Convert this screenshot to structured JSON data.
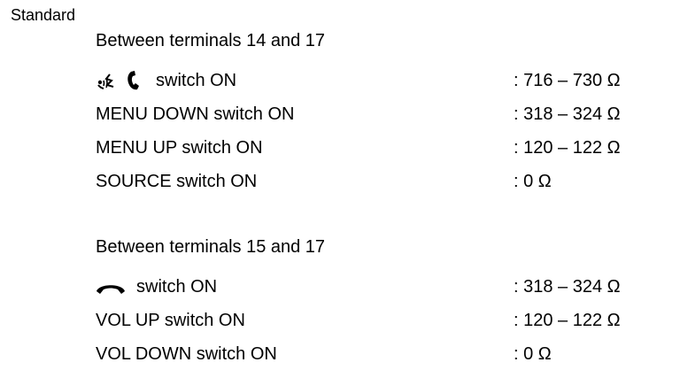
{
  "heading": "Standard",
  "section1": {
    "title": "Between terminals 14 and 17",
    "rows": [
      {
        "icons": [
          "voice-command-icon",
          "phone-pickup-icon"
        ],
        "label": "switch ON",
        "value": ": 716 – 730 Ω"
      },
      {
        "label": "MENU DOWN switch ON",
        "value": ": 318 – 324 Ω"
      },
      {
        "label": "MENU UP switch ON",
        "value": ": 120 – 122 Ω"
      },
      {
        "label": "SOURCE switch ON",
        "value": ": 0 Ω"
      }
    ]
  },
  "section2": {
    "title": "Between terminals 15 and 17",
    "rows": [
      {
        "icons": [
          "phone-hangup-icon"
        ],
        "label": "switch ON",
        "value": ": 318 – 324 Ω"
      },
      {
        "label": "VOL UP switch ON",
        "value": ": 120 – 122 Ω"
      },
      {
        "label": "VOL DOWN switch ON",
        "value": ": 0 Ω"
      }
    ]
  }
}
